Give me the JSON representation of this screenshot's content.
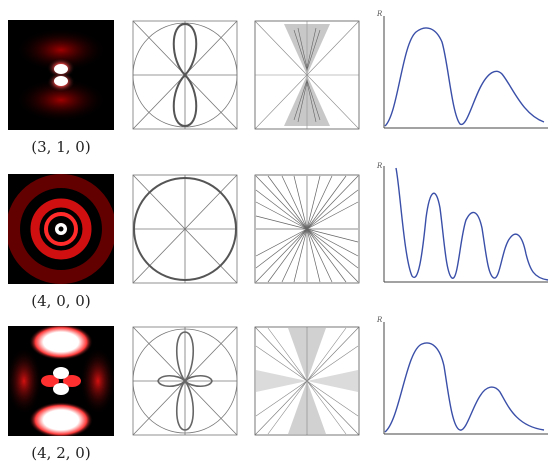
{
  "rows": [
    {
      "label": "(3, 1, 0)",
      "n": 3,
      "l": 1,
      "m": 0,
      "radial_axis_label": "R"
    },
    {
      "label": "(4, 0, 0)",
      "n": 4,
      "l": 0,
      "m": 0,
      "radial_axis_label": "R"
    },
    {
      "label": "(4, 2, 0)",
      "n": 4,
      "l": 2,
      "m": 0,
      "radial_axis_label": "R"
    }
  ],
  "colors": {
    "density_bg": "#000000",
    "density_glow": "#cc0000",
    "density_core": "#ffffff",
    "pencil": "#555555",
    "pencil_light": "#8a8a8a",
    "radial_curve": "#3a4fa8",
    "axis": "#444444"
  }
}
